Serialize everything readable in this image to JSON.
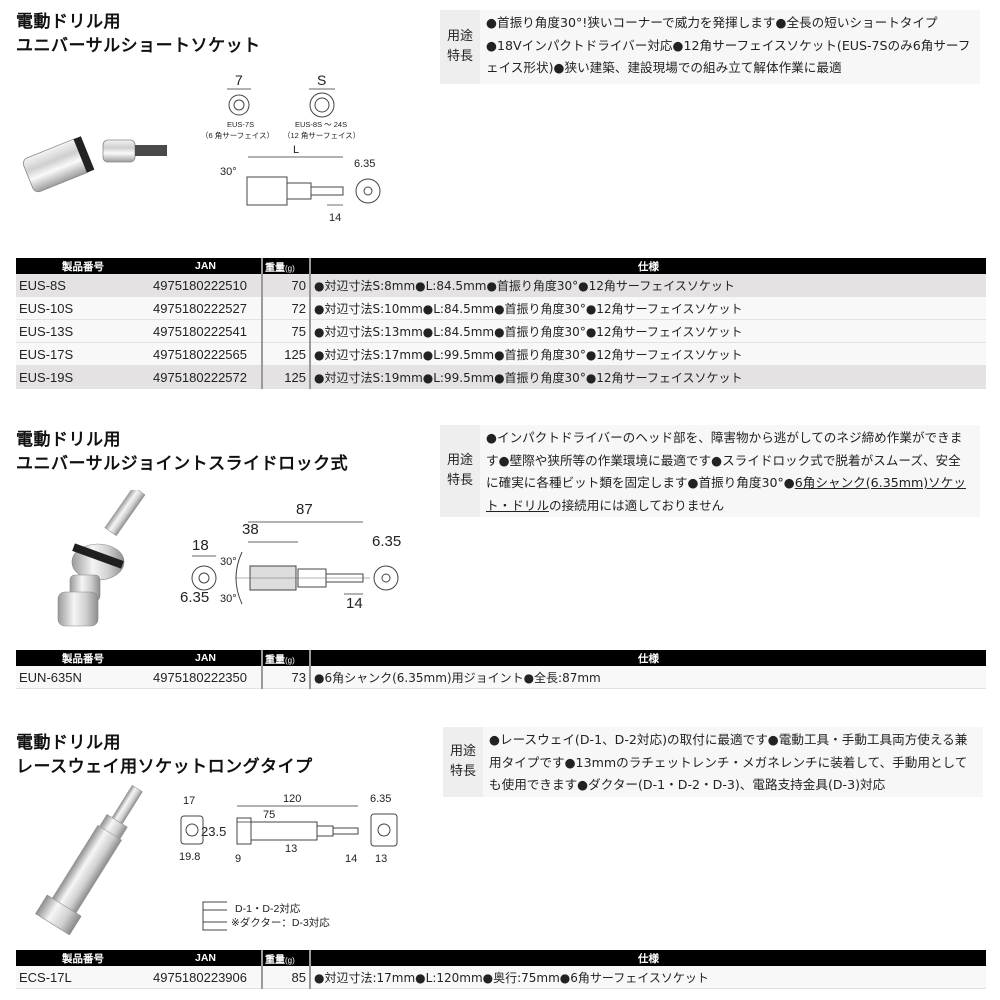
{
  "sections": [
    {
      "title_line1": "電動ドリル用",
      "title_line2": "ユニバーサルショートソケット",
      "feature_label": "用途\n特長",
      "feature_label_top": "用途",
      "feature_label_bottom": "特長",
      "feature_text": "●首振り角度30°!狭いコーナーで威力を発揮します●全長の短いショートタイプ●18Vインパクトドライバー対応●12角サーフェイスソケット(EUS-7Sのみ6角サーフェイス形状)●狭い建築、建設現場での組み立て解体作業に最適",
      "diagram": {
        "label_7": "7",
        "label_s": "S",
        "model_7s": "EUS-7S",
        "model_8s_24s": "EUS-8S ～ 24S",
        "face_6": "（6 角サーフェイス）",
        "face_12": "（12 角サーフェイス）",
        "label_l": "L",
        "angle": "30°",
        "shank": "6.35",
        "tip": "14"
      },
      "table": {
        "headers": [
          "製品番号",
          "JAN",
          "重量",
          "(g)",
          "仕様"
        ],
        "rows": [
          {
            "model": "EUS-8S",
            "jan": "4975180222510",
            "weight": "70",
            "spec": "●対辺寸法S:8mm●L:84.5mm●首振り角度30°●12角サーフェイスソケット"
          },
          {
            "model": "EUS-10S",
            "jan": "4975180222527",
            "weight": "72",
            "spec": "●対辺寸法S:10mm●L:84.5mm●首振り角度30°●12角サーフェイスソケット"
          },
          {
            "model": "EUS-13S",
            "jan": "4975180222541",
            "weight": "75",
            "spec": "●対辺寸法S:13mm●L:84.5mm●首振り角度30°●12角サーフェイスソケット"
          },
          {
            "model": "EUS-17S",
            "jan": "4975180222565",
            "weight": "125",
            "spec": "●対辺寸法S:17mm●L:99.5mm●首振り角度30°●12角サーフェイスソケット"
          },
          {
            "model": "EUS-19S",
            "jan": "4975180222572",
            "weight": "125",
            "spec": "●対辺寸法S:19mm●L:99.5mm●首振り角度30°●12角サーフェイスソケット"
          }
        ]
      }
    },
    {
      "title_line1": "電動ドリル用",
      "title_line2": "ユニバーサルジョイントスライドロック式",
      "feature_label_top": "用途",
      "feature_label_bottom": "特長",
      "feature_text_a": "●インパクトドライバーのヘッド部を、障害物から逃がしてのネジ締め作業ができます●壁際や狭所等の作業環境に最適です●スライドロック式で脱着がスムーズ、安全に確実に各種ビット類を固定します●首振り角度30°●",
      "feature_text_underlined": "6角シャンク(6.35mm)ソケット・ドリル",
      "feature_text_b": "の接続用には適しておりません",
      "diagram": {
        "total": "87",
        "head": "38",
        "dia": "18",
        "hex_in": "6.35",
        "angle_top": "30°",
        "angle_bottom": "30°",
        "shank": "6.35",
        "tip": "14"
      },
      "table": {
        "headers": [
          "製品番号",
          "JAN",
          "重量",
          "(g)",
          "仕様"
        ],
        "rows": [
          {
            "model": "EUN-635N",
            "jan": "4975180222350",
            "weight": "73",
            "spec": "●6角シャンク(6.35mm)用ジョイント●全長:87mm"
          }
        ]
      }
    },
    {
      "title_line1": "電動ドリル用",
      "title_line2": "レースウェイ用ソケットロングタイプ",
      "feature_label_top": "用途",
      "feature_label_bottom": "特長",
      "feature_text": "●レースウェイ(D-1、D-2対応)の取付に最適です●電動工具・手動工具両方使える兼用タイプです●13mmのラチェットレンチ・メガネレンチに装着して、手動用としても使用できます●ダクター(D-1・D-2・D-3)、電路支持金具(D-3)対応",
      "diagram": {
        "hex": "17",
        "outer": "19.8",
        "height": "23.5",
        "total": "120",
        "depth": "75",
        "wall": "9",
        "bolt": "13",
        "tip": "14",
        "shank": "6.35",
        "shank_outer": "13",
        "note1": "D-1・D-2対応",
        "note2": "※ダクター：D-3対応"
      },
      "table": {
        "headers": [
          "製品番号",
          "JAN",
          "重量",
          "(g)",
          "仕様"
        ],
        "rows": [
          {
            "model": "ECS-17L",
            "jan": "4975180223906",
            "weight": "85",
            "spec": "●対辺寸法:17mm●L:120mm●奥行:75mm●6角サーフェイスソケット"
          }
        ]
      }
    }
  ]
}
